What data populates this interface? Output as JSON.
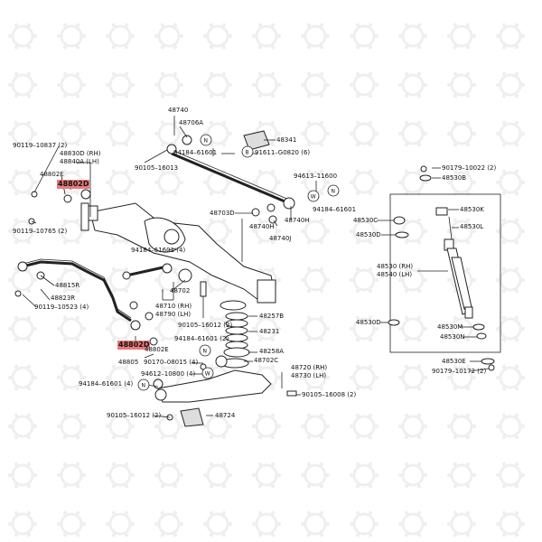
{
  "colors": {
    "highlight": "#e87a7a",
    "line": "#222222",
    "watermark": "#efefef"
  },
  "labels": {
    "p48740": "48740",
    "p48706A": "48706A",
    "n48341": "48341",
    "p90119_10837": "90119–10837 (2)",
    "p48830D": "48830D (RH)",
    "p48840A": "48840A (LH)",
    "p48802E_top": "48802E",
    "p48802D_top": "48802D",
    "p90105_16013": "90105–16013",
    "p94184_61601_top": "94184–61601",
    "p91611_G0820": "91611–G0820 (6)",
    "p94613_11600": "94613–11600",
    "p94184_61601_right": "94184–61601",
    "p48703D": "48703D",
    "p48740H_a": "48740H",
    "p48740H_b": "48740H",
    "p48740J": "48740J",
    "p90119_10765": "90119–10765 (2)",
    "p94184_61601_4a": "94184–61601 (4)",
    "p48815R": "48815R",
    "p48823R": "48823R",
    "p90119_10523": "90119–10523 (4)",
    "p48702": "48702",
    "p48710": "48710 (RH)",
    "p48790": "48790 (LH)",
    "p48257B": "48257B",
    "p90105_16012_2a": "90105–16012 (2)",
    "p48231": "48231",
    "p94184_61601_2": "94184–61601 (2)",
    "p48258A": "48258A",
    "p48802D_bot": "48802D",
    "p48802E_bot": "48802E",
    "p48805": "48805",
    "p90170_08015": "90170–08015 (4)",
    "p48702C": "48702C",
    "p94612_10800": "94612–10800 (4)",
    "p48720": "48720 (RH)",
    "p48730": "48730 (LH)",
    "p94184_61601_4b": "94184–61601 (4)",
    "p90105_16008": "90105–16008 (2)",
    "p90105_16012_2b": "90105–16012 (2)",
    "p48724": "48724",
    "p90179_10022": "90179–10022 (2)",
    "p48530B": "48530B",
    "p48530K": "48530K",
    "p48530C": "48530C",
    "p48530L": "48530L",
    "p48530D": "48530D",
    "p48530": "48530 (RH)",
    "p48540": "48540 (LH)",
    "p48530D_b": "48530D",
    "p48530M": "48530M",
    "p48530N": "48530N",
    "p48530E": "48530E",
    "p90179_10172": "90179–10172 (2)",
    "n_mark": "N",
    "w_mark": "W",
    "b_mark": "B"
  }
}
